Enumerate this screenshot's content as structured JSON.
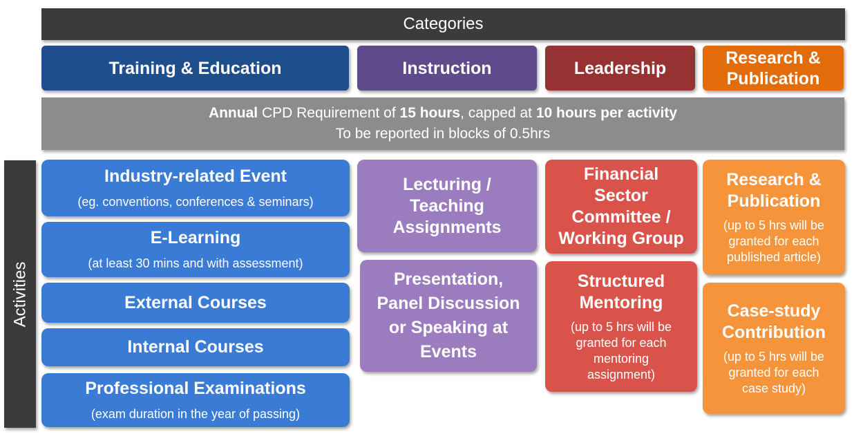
{
  "header": {
    "title": "Categories"
  },
  "categories": {
    "training": "Training & Education",
    "instruction": "Instruction",
    "leadership": "Leadership",
    "research": "Research & Publication"
  },
  "requirement": {
    "line1_annual": "Annual",
    "line1_cpd": " CPD Requirement of ",
    "line1_hours": "15 hours",
    "line1_capped": ", capped at ",
    "line1_cap": "10 hours per activity",
    "line2": "To be reported in blocks of 0.5hrs"
  },
  "sidebar": {
    "label": "Activities"
  },
  "activities": {
    "training": [
      {
        "title": "Industry-related Event",
        "note": "(eg. conventions, conferences & seminars)"
      },
      {
        "title": "E-Learning",
        "note": "(at least 30 mins and with assessment)"
      },
      {
        "title": "External Courses"
      },
      {
        "title": "Internal Courses"
      },
      {
        "title": "Professional Examinations",
        "note": "(exam duration in the year of passing)"
      }
    ],
    "instruction": [
      {
        "title": "Lecturing / Teaching Assignments"
      },
      {
        "title": "Presentation, Panel Discussion or Speaking at Events"
      }
    ],
    "leadership": [
      {
        "title": "Financial Sector Committee / Working Group"
      },
      {
        "title": "Structured Mentoring",
        "note": "(up to 5 hrs will be granted  for each mentoring assignment)"
      }
    ],
    "research": [
      {
        "title": "Research & Publication",
        "note": "(up to 5 hrs will be granted for each published article)"
      },
      {
        "title": "Case-study Contribution",
        "note": "(up to 5 hrs will be granted for each case study)"
      }
    ]
  },
  "colors": {
    "header": "#3b3b3b",
    "training_header": "#1f4e8c",
    "instruction_header": "#5f4b8b",
    "leadership_header": "#963232",
    "research_header": "#e36c0a",
    "training": "#3a7bd5",
    "instruction": "#9b7cbf",
    "leadership": "#d9534a",
    "research": "#f6943c",
    "requirement": "#8c8c8c"
  }
}
